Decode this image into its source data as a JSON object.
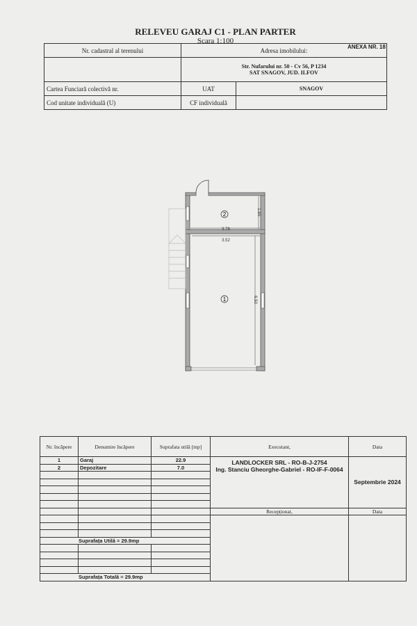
{
  "title": "RELEVEU GARAJ C1 - PLAN PARTER",
  "scale": "Scara 1:100",
  "annex": "ANEXA NR. 18",
  "header_table": {
    "cadastral_label": "Nr. cadastral al terenului",
    "address_label": "Adresa imobilului:",
    "address_line1": "Str. Nufarului nr. 50 - Cv 56, P 1234",
    "address_line2": "SAT SNAGOV, JUD. ILFOV",
    "cf_collective_label": "Cartea Funciară colectivă nr.",
    "uat_label": "UAT",
    "uat_value": "SNAGOV",
    "unit_code_label": "Cod unitate individuală (U)",
    "cf_individual_label": "CF individuală"
  },
  "plan": {
    "room2_number": "2",
    "room1_number": "1",
    "dim_width_room2": "3.78",
    "dim_height_room2": "1.85",
    "dim_width_room1": "3.52",
    "dim_height_room1": "6.50"
  },
  "rooms_table": {
    "col_nr": "Nr. încăpere",
    "col_name": "Denumire încăpere",
    "col_area": "Suprafata utilă [mp]",
    "rows": [
      {
        "nr": "1",
        "name": "Garaj",
        "area": "22.9"
      },
      {
        "nr": "2",
        "name": "Depozitare",
        "area": "7.0"
      }
    ],
    "useful_total": "Suprafața Utilă = 29.9mp",
    "total": "Suprafața Totală = 29.9mp"
  },
  "executant": {
    "label": "Executant,",
    "line1": "LANDLOCKER SRL - RO-B-J-2754",
    "line2": "Ing. Stanciu Gheorghe-Gabriel - RO-IF-F-0064",
    "date_label": "Data",
    "date": "Septembrie 2024"
  },
  "receptionat": {
    "label": "Recepționat,",
    "date_label": "Data"
  }
}
